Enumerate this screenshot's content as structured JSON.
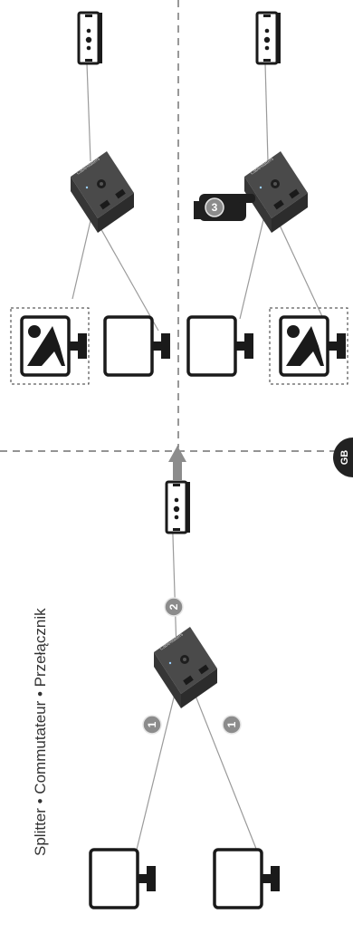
{
  "caption": "Splitter • Commutateur • Przełącznik",
  "steps": [
    "1",
    "1",
    "2",
    "3"
  ],
  "language_badge": "GB",
  "device_brand": "CableMatters",
  "icons": {
    "switch": "hdmi-switch-box-icon",
    "source": "media-player-icon",
    "display": "monitor-icon",
    "image": "picture-icon",
    "hand": "pointing-hand-icon",
    "arrow": "arrow-up-icon"
  },
  "colors": {
    "line": "#9a9a9a",
    "badge": "#8c8c8c",
    "device": "#3a3a3a",
    "divider": "#555555",
    "lang_badge": "#222222"
  }
}
